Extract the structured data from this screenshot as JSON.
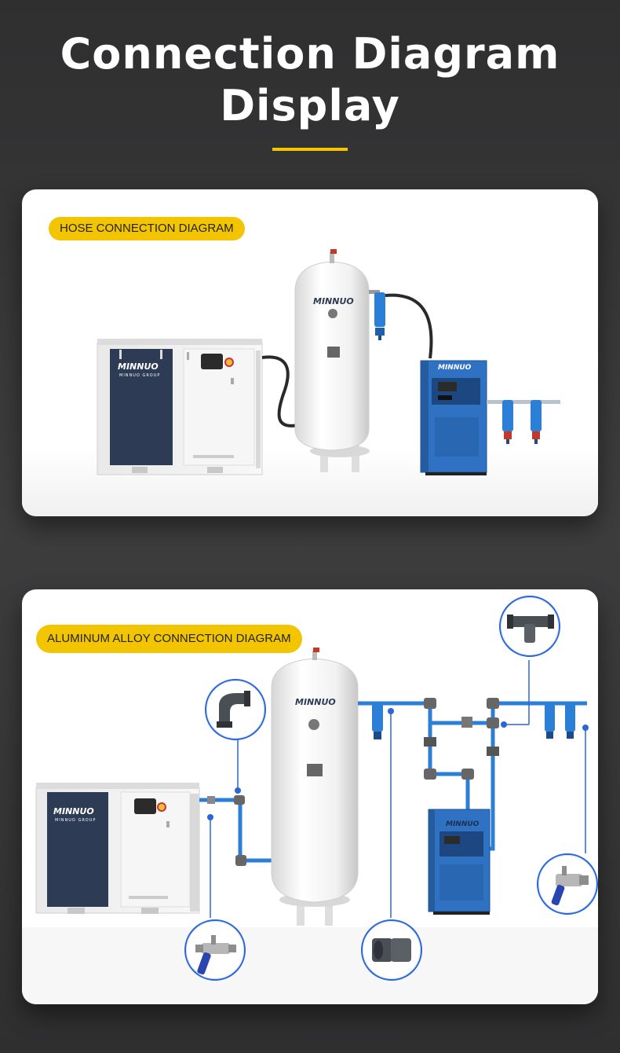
{
  "title": {
    "line1": "Connection Diagram",
    "line2": "Display"
  },
  "hose_section": {
    "label": "HOSE CONNECTION DIAGRAM",
    "brand": "MINNUO",
    "brand_sub": "MINNUO GROUP"
  },
  "alloy_section": {
    "label": "ALUMINUM ALLOY CONNECTION DIAGRAM",
    "brand": "MINNUO",
    "brand_sub": "MINNUO GROUP"
  },
  "colors": {
    "accent_yellow": "#f2c500",
    "pipe_blue": "#2b7fd6",
    "dryer_blue": "#2f72c4",
    "compressor_navy": "#2e3b55",
    "callout_blue": "#2a66d8"
  },
  "icons": [
    "elbow-fitting-icon",
    "ball-valve-icon",
    "tee-fitting-icon",
    "pipe-connector-icon"
  ]
}
